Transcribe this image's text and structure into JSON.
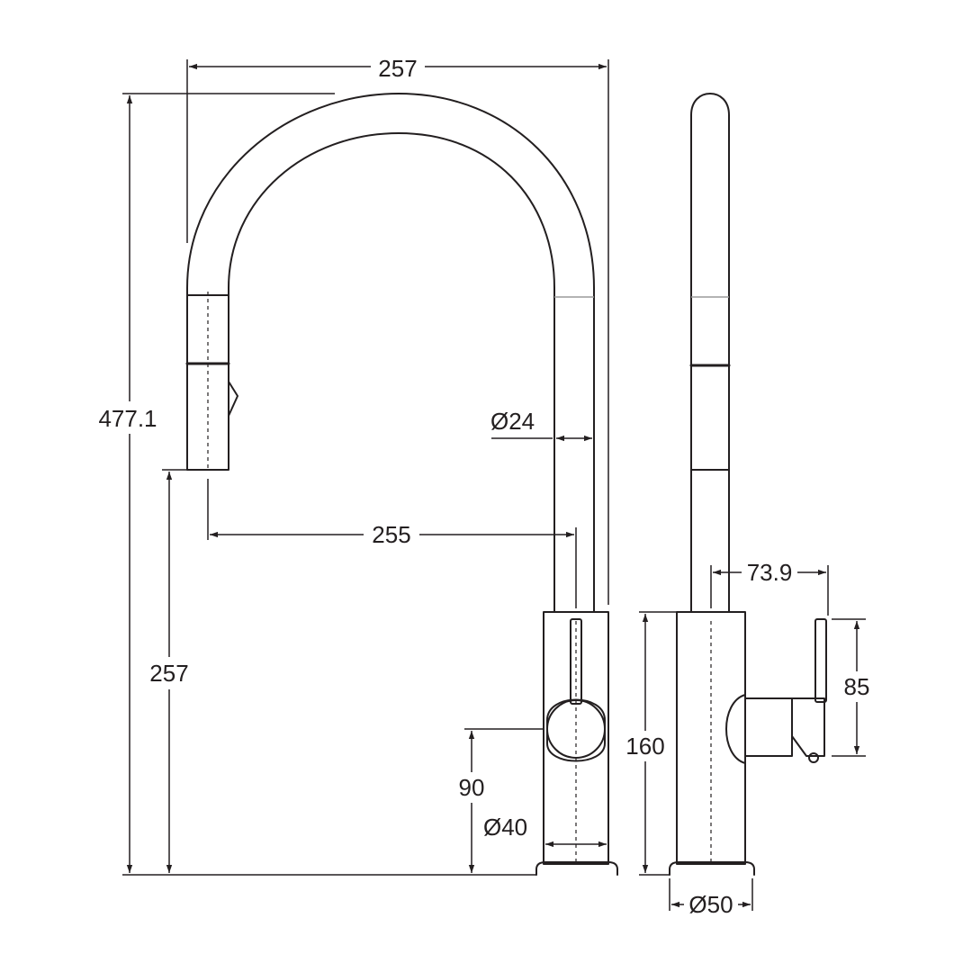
{
  "front_view": {
    "dim_top_width": "257",
    "dim_total_height": "477.1",
    "dim_spout_dia": "Ø24",
    "dim_reach": "255",
    "dim_spout_height": "257",
    "dim_lever_height": "90",
    "dim_body_dia": "Ø40"
  },
  "side_view": {
    "dim_handle_reach": "73.9",
    "dim_handle_height": "85",
    "dim_body_height": "160",
    "dim_base_dia": "Ø50"
  },
  "colors": {
    "line": "#231f20",
    "background": "#ffffff"
  }
}
